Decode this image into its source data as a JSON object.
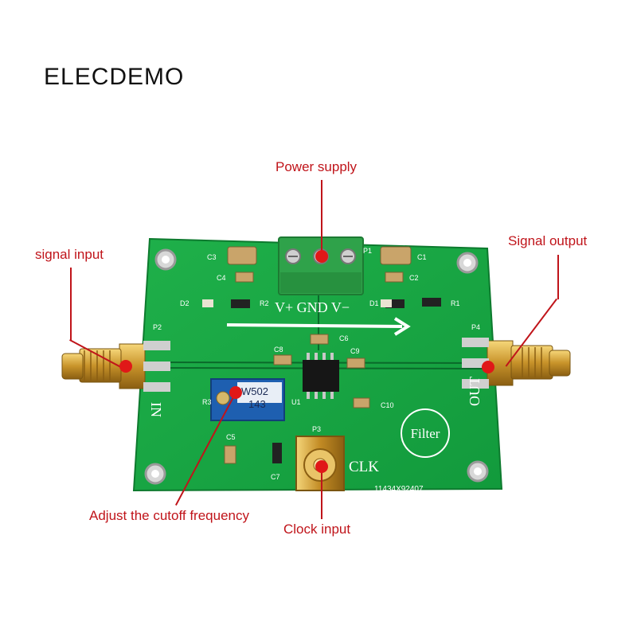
{
  "brand": "ELECDEMO",
  "callouts": {
    "power": "Power supply",
    "signal_in": "signal input",
    "signal_out": "Signal output",
    "cutoff": "Adjust the cutoff frequency",
    "clock": "Clock input"
  },
  "silkscreen": {
    "terminal": "V+ GND V−",
    "in_label": "IN",
    "out_label": "OUT",
    "clk": "CLK",
    "filter": "Filter",
    "serial": "11434X92407",
    "pot_top": "W502",
    "pot_bottom": "143",
    "refs": [
      "C3",
      "C4",
      "C1",
      "C2",
      "D2",
      "R2",
      "D1",
      "R1",
      "P2",
      "P4",
      "C8",
      "C6",
      "C9",
      "R3",
      "U1",
      "C10",
      "C5",
      "C7",
      "P3",
      "P1"
    ]
  }
}
